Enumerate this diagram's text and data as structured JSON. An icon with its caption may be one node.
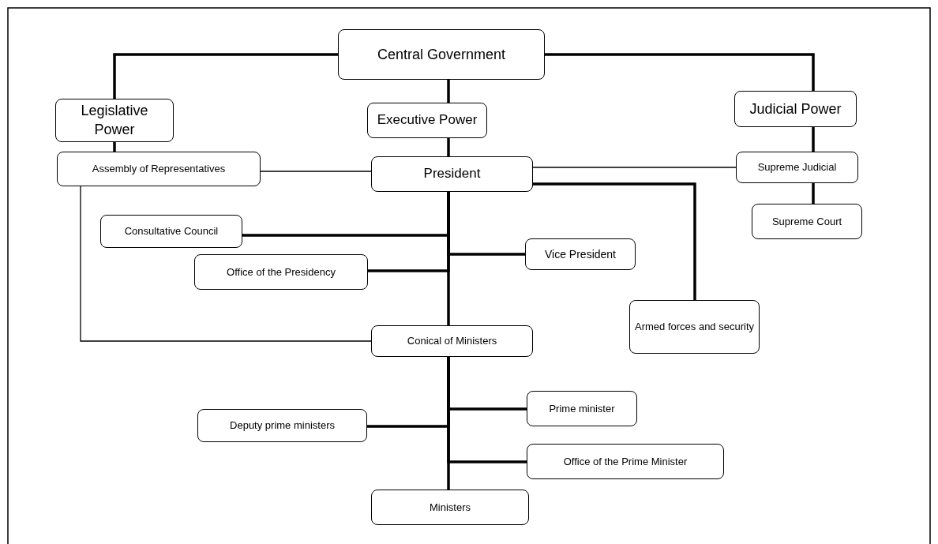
{
  "diagram": {
    "nodes": [
      {
        "text": [
          "Central Government"
        ]
      },
      {
        "text": [
          "Legislative Power"
        ]
      },
      {
        "text": [
          "Executive Power"
        ]
      },
      {
        "text": [
          "Judicial Power"
        ]
      },
      {
        "text": [
          "Assembly of Representatives"
        ]
      },
      {
        "text": [
          "President"
        ]
      },
      {
        "text": [
          "Supreme Judicial"
        ]
      },
      {
        "text": [
          "Supreme Court"
        ]
      },
      {
        "text": [
          "Consultative Council"
        ]
      },
      {
        "text": [
          "Vice President"
        ]
      },
      {
        "text": [
          "Office of the Presidency"
        ]
      },
      {
        "text": [
          "Armed forces and security"
        ]
      },
      {
        "text": [
          "Conical of Ministers"
        ]
      },
      {
        "text": [
          "Prime minister"
        ]
      },
      {
        "text": [
          "Deputy prime ministers"
        ]
      },
      {
        "text": [
          "Office of the Prime Minister"
        ]
      },
      {
        "text": [
          "Ministers"
        ]
      }
    ],
    "edges": [
      {
        "from": 0,
        "to": 1,
        "arrow": "none"
      },
      {
        "from": 0,
        "to": 2,
        "arrow": "none"
      },
      {
        "from": 0,
        "to": 3,
        "arrow": "none"
      },
      {
        "from": 1,
        "to": 4,
        "arrow": "none"
      },
      {
        "from": 2,
        "to": 5,
        "arrow": "none"
      },
      {
        "from": 3,
        "to": 6,
        "arrow": "none"
      },
      {
        "from": 6,
        "to": 7,
        "arrow": "none"
      },
      {
        "from": 4,
        "to": 5,
        "arrow": "none"
      },
      {
        "from": 5,
        "to": 6,
        "arrow": "none"
      },
      {
        "from": 4,
        "to": 12,
        "arrow": "none"
      },
      {
        "from": 5,
        "to": 8,
        "arrow": "none"
      },
      {
        "from": 5,
        "to": 9,
        "arrow": "none"
      },
      {
        "from": 5,
        "to": 10,
        "arrow": "none"
      },
      {
        "from": 5,
        "to": 11,
        "arrow": "none"
      },
      {
        "from": 5,
        "to": 12,
        "arrow": "none"
      },
      {
        "from": 12,
        "to": 13,
        "arrow": "none"
      },
      {
        "from": 12,
        "to": 14,
        "arrow": "none"
      },
      {
        "from": 12,
        "to": 15,
        "arrow": "none"
      },
      {
        "from": 12,
        "to": 16,
        "arrow": "none"
      }
    ]
  }
}
